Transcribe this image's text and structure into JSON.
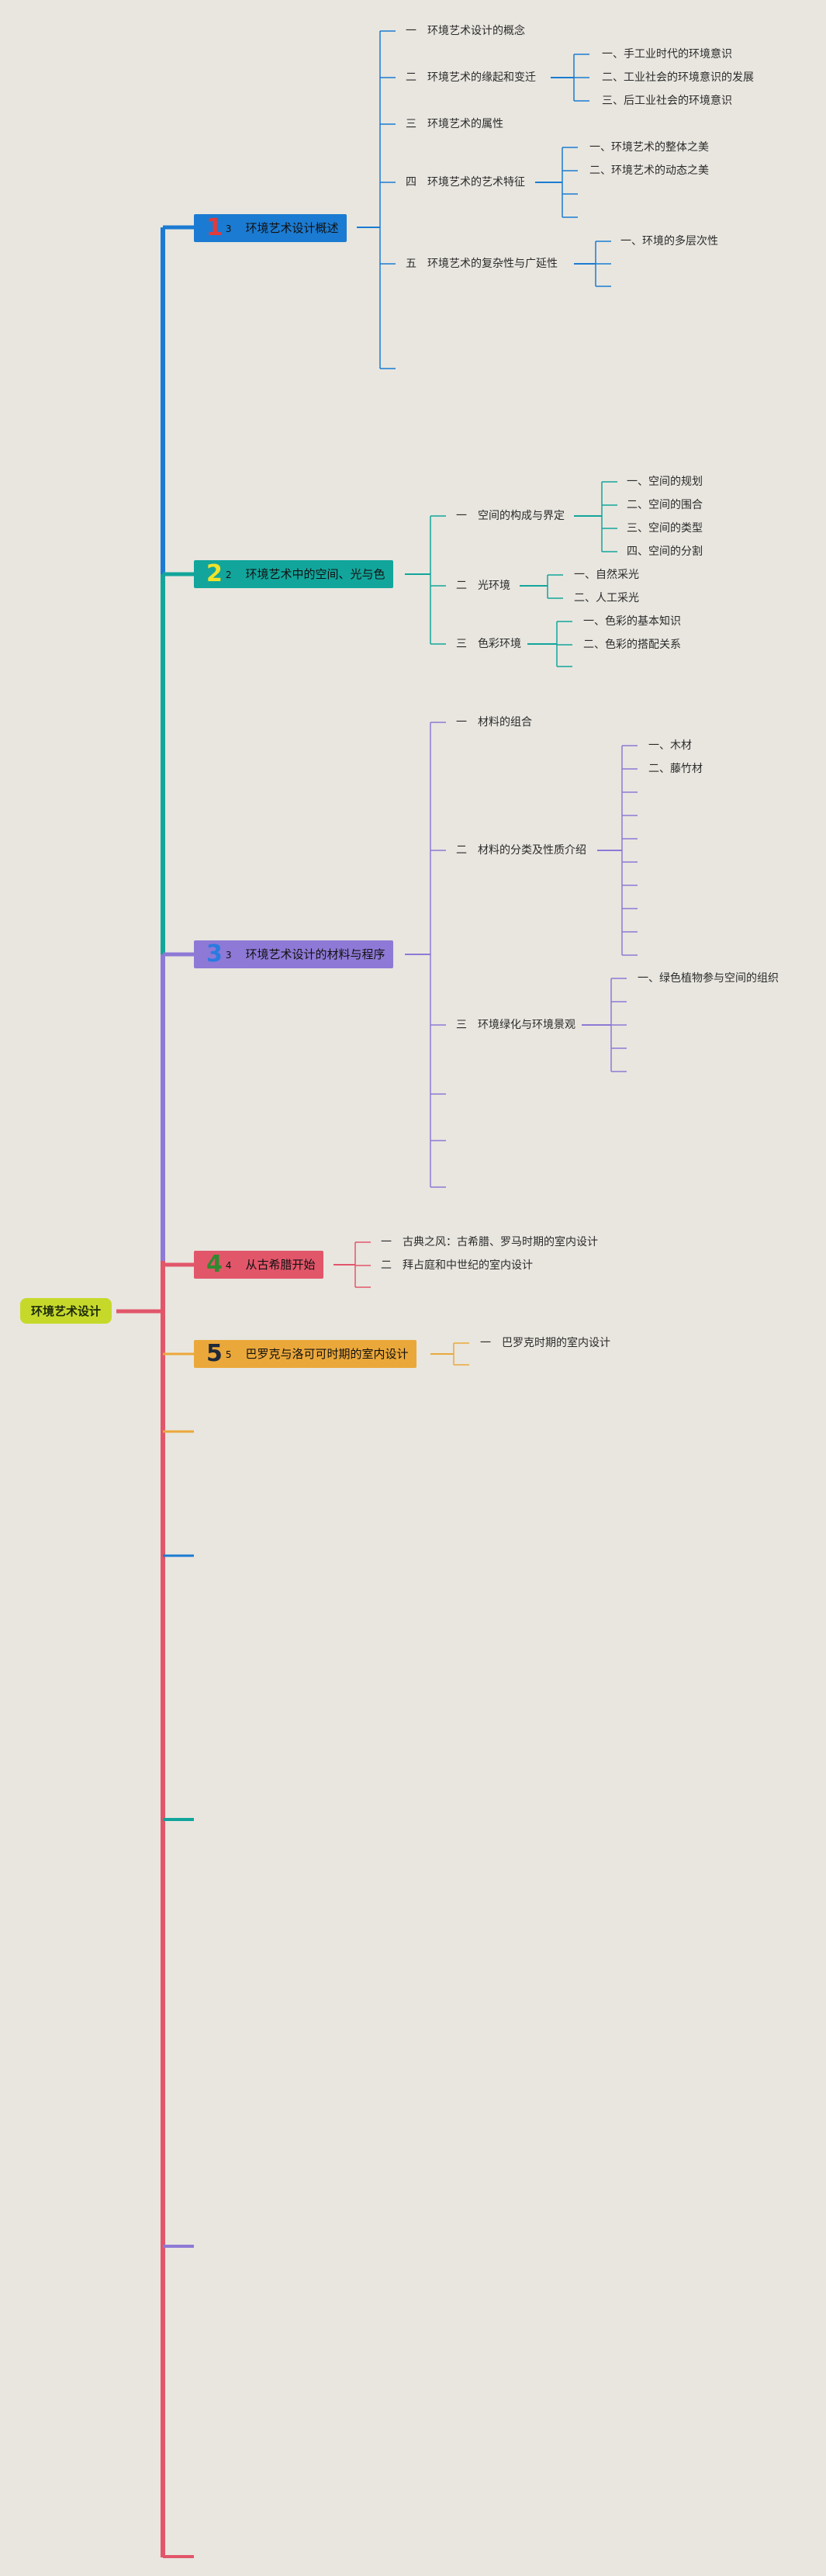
{
  "colors": {
    "background": "#e8e6df",
    "root_bg": "#c6d92b",
    "blue": "#1b7bd2",
    "teal": "#12a59b",
    "purple": "#8e79d6",
    "red": "#e2566a",
    "orange": "#eba83a"
  },
  "root": {
    "label": "环境艺术设计"
  },
  "topics": [
    {
      "num": "1",
      "sub": "3",
      "label": "环境艺术设计概述"
    },
    {
      "num": "2",
      "sub": "2",
      "label": "环境艺术中的空间、光与色"
    },
    {
      "num": "3",
      "sub": "3",
      "label": "环境艺术设计的材料与程序"
    },
    {
      "num": "4",
      "sub": "4",
      "label": "从古希腊开始"
    },
    {
      "num": "5",
      "sub": "5",
      "label": "巴罗克与洛可可时期的室内设计"
    }
  ],
  "t1": {
    "i1": "一　环境艺术设计的概念",
    "i2": "二　环境艺术的缘起和变迁",
    "i2a": "一、手工业时代的环境意识",
    "i2b": "二、工业社会的环境意识的发展",
    "i2c": "三、后工业社会的环境意识",
    "i3": "三　环境艺术的属性",
    "i4": "四　环境艺术的艺术特征",
    "i4a": "一、环境艺术的整体之美",
    "i4b": "二、环境艺术的动态之美",
    "i5": "五　环境艺术的复杂性与广延性",
    "i5a": "一、环境的多层次性"
  },
  "t2": {
    "i1": "一　空间的构成与界定",
    "i1a": "一、空间的规划",
    "i1b": "二、空间的围合",
    "i1c": "三、空间的类型",
    "i1d": "四、空间的分割",
    "i2": "二　光环境",
    "i2a": "一、自然采光",
    "i2b": "二、人工采光",
    "i3": "三　色彩环境",
    "i3a": "一、色彩的基本知识",
    "i3b": "二、色彩的搭配关系"
  },
  "t3": {
    "i1": "一　材料的组合",
    "i2": "二　材料的分类及性质介绍",
    "i2a": "一、木材",
    "i2b": "二、藤竹材",
    "i3": "三　环境绿化与环境景观",
    "i3a": "一、绿色植物参与空间的组织"
  },
  "t4": {
    "i1": "一　古典之风：古希腊、罗马时期的室内设计",
    "i2": "二　拜占庭和中世纪的室内设计"
  },
  "t5": {
    "i1": "一　巴罗克时期的室内设计"
  }
}
